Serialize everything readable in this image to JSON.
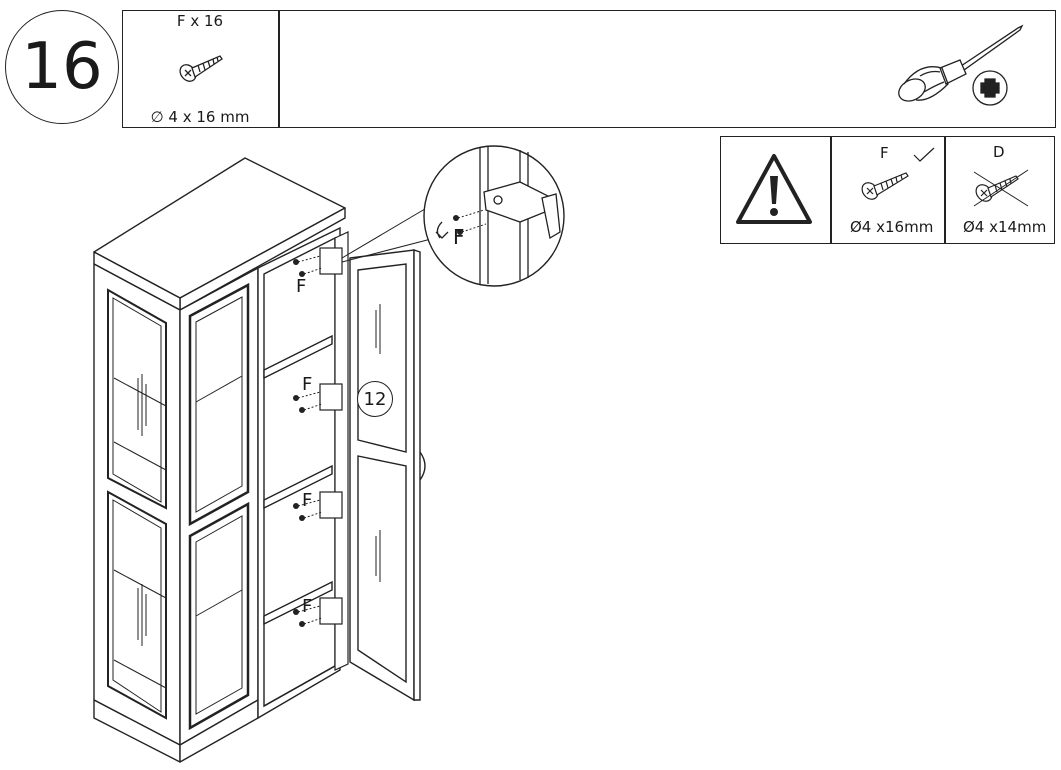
{
  "step": {
    "number": "16"
  },
  "hardware": {
    "part_label": "F  x 16",
    "size_label": "∅ 4 x 16 mm",
    "tool_icon": "phillips-screwdriver-icon"
  },
  "warning": {
    "icon": "warning-triangle-icon",
    "correct": {
      "letter": "F",
      "size": "Ø4 x16mm",
      "mark": "checkmark-icon"
    },
    "wrong": {
      "letter": "D",
      "size": "Ø4 x14mm",
      "mark": "cross-out-icon"
    }
  },
  "figure": {
    "screw_label": "F",
    "door_part_number": "12"
  }
}
